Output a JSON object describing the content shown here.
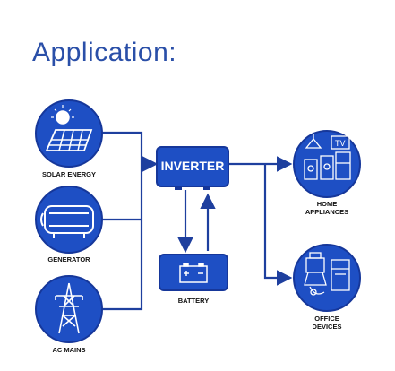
{
  "title": "Application:",
  "colors": {
    "blue": "#1e4fc4",
    "dark_blue": "#1a3c9a",
    "line": "#1e3f9e",
    "title": "#2a4fa8"
  },
  "sources": [
    {
      "label": "SOLAR ENERGY",
      "icon": "solar-panel-icon"
    },
    {
      "label": "GENERATOR",
      "icon": "generator-icon"
    },
    {
      "label": "AC MAINS",
      "icon": "power-tower-icon"
    }
  ],
  "inverter": {
    "label": "INVERTER"
  },
  "battery": {
    "label": "BATTERY",
    "icon": "battery-icon"
  },
  "outputs": [
    {
      "label_line1": "HOME",
      "label_line2": "APPLIANCES",
      "icon": "home-appliances-icon"
    },
    {
      "label_line1": "OFFICE",
      "label_line2": "DEVICES",
      "icon": "office-devices-icon"
    }
  ]
}
